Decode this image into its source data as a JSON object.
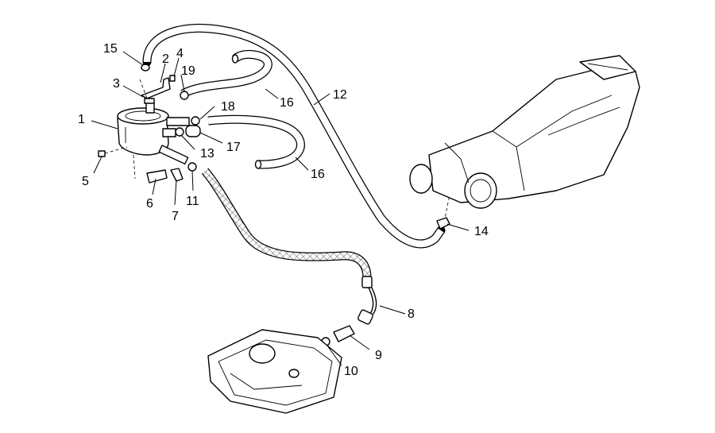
{
  "callouts": [
    {
      "id": "1",
      "label": "1"
    },
    {
      "id": "2",
      "label": "2"
    },
    {
      "id": "3",
      "label": "3"
    },
    {
      "id": "4",
      "label": "4"
    },
    {
      "id": "5",
      "label": "5"
    },
    {
      "id": "6",
      "label": "6"
    },
    {
      "id": "7",
      "label": "7"
    },
    {
      "id": "8",
      "label": "8"
    },
    {
      "id": "9",
      "label": "9"
    },
    {
      "id": "10",
      "label": "10"
    },
    {
      "id": "11",
      "label": "11"
    },
    {
      "id": "12",
      "label": "12"
    },
    {
      "id": "13",
      "label": "13"
    },
    {
      "id": "14",
      "label": "14"
    },
    {
      "id": "15",
      "label": "15"
    },
    {
      "id": "16a",
      "label": "16"
    },
    {
      "id": "16b",
      "label": "16"
    },
    {
      "id": "17",
      "label": "17"
    },
    {
      "id": "18",
      "label": "18"
    },
    {
      "id": "19",
      "label": "19"
    }
  ]
}
